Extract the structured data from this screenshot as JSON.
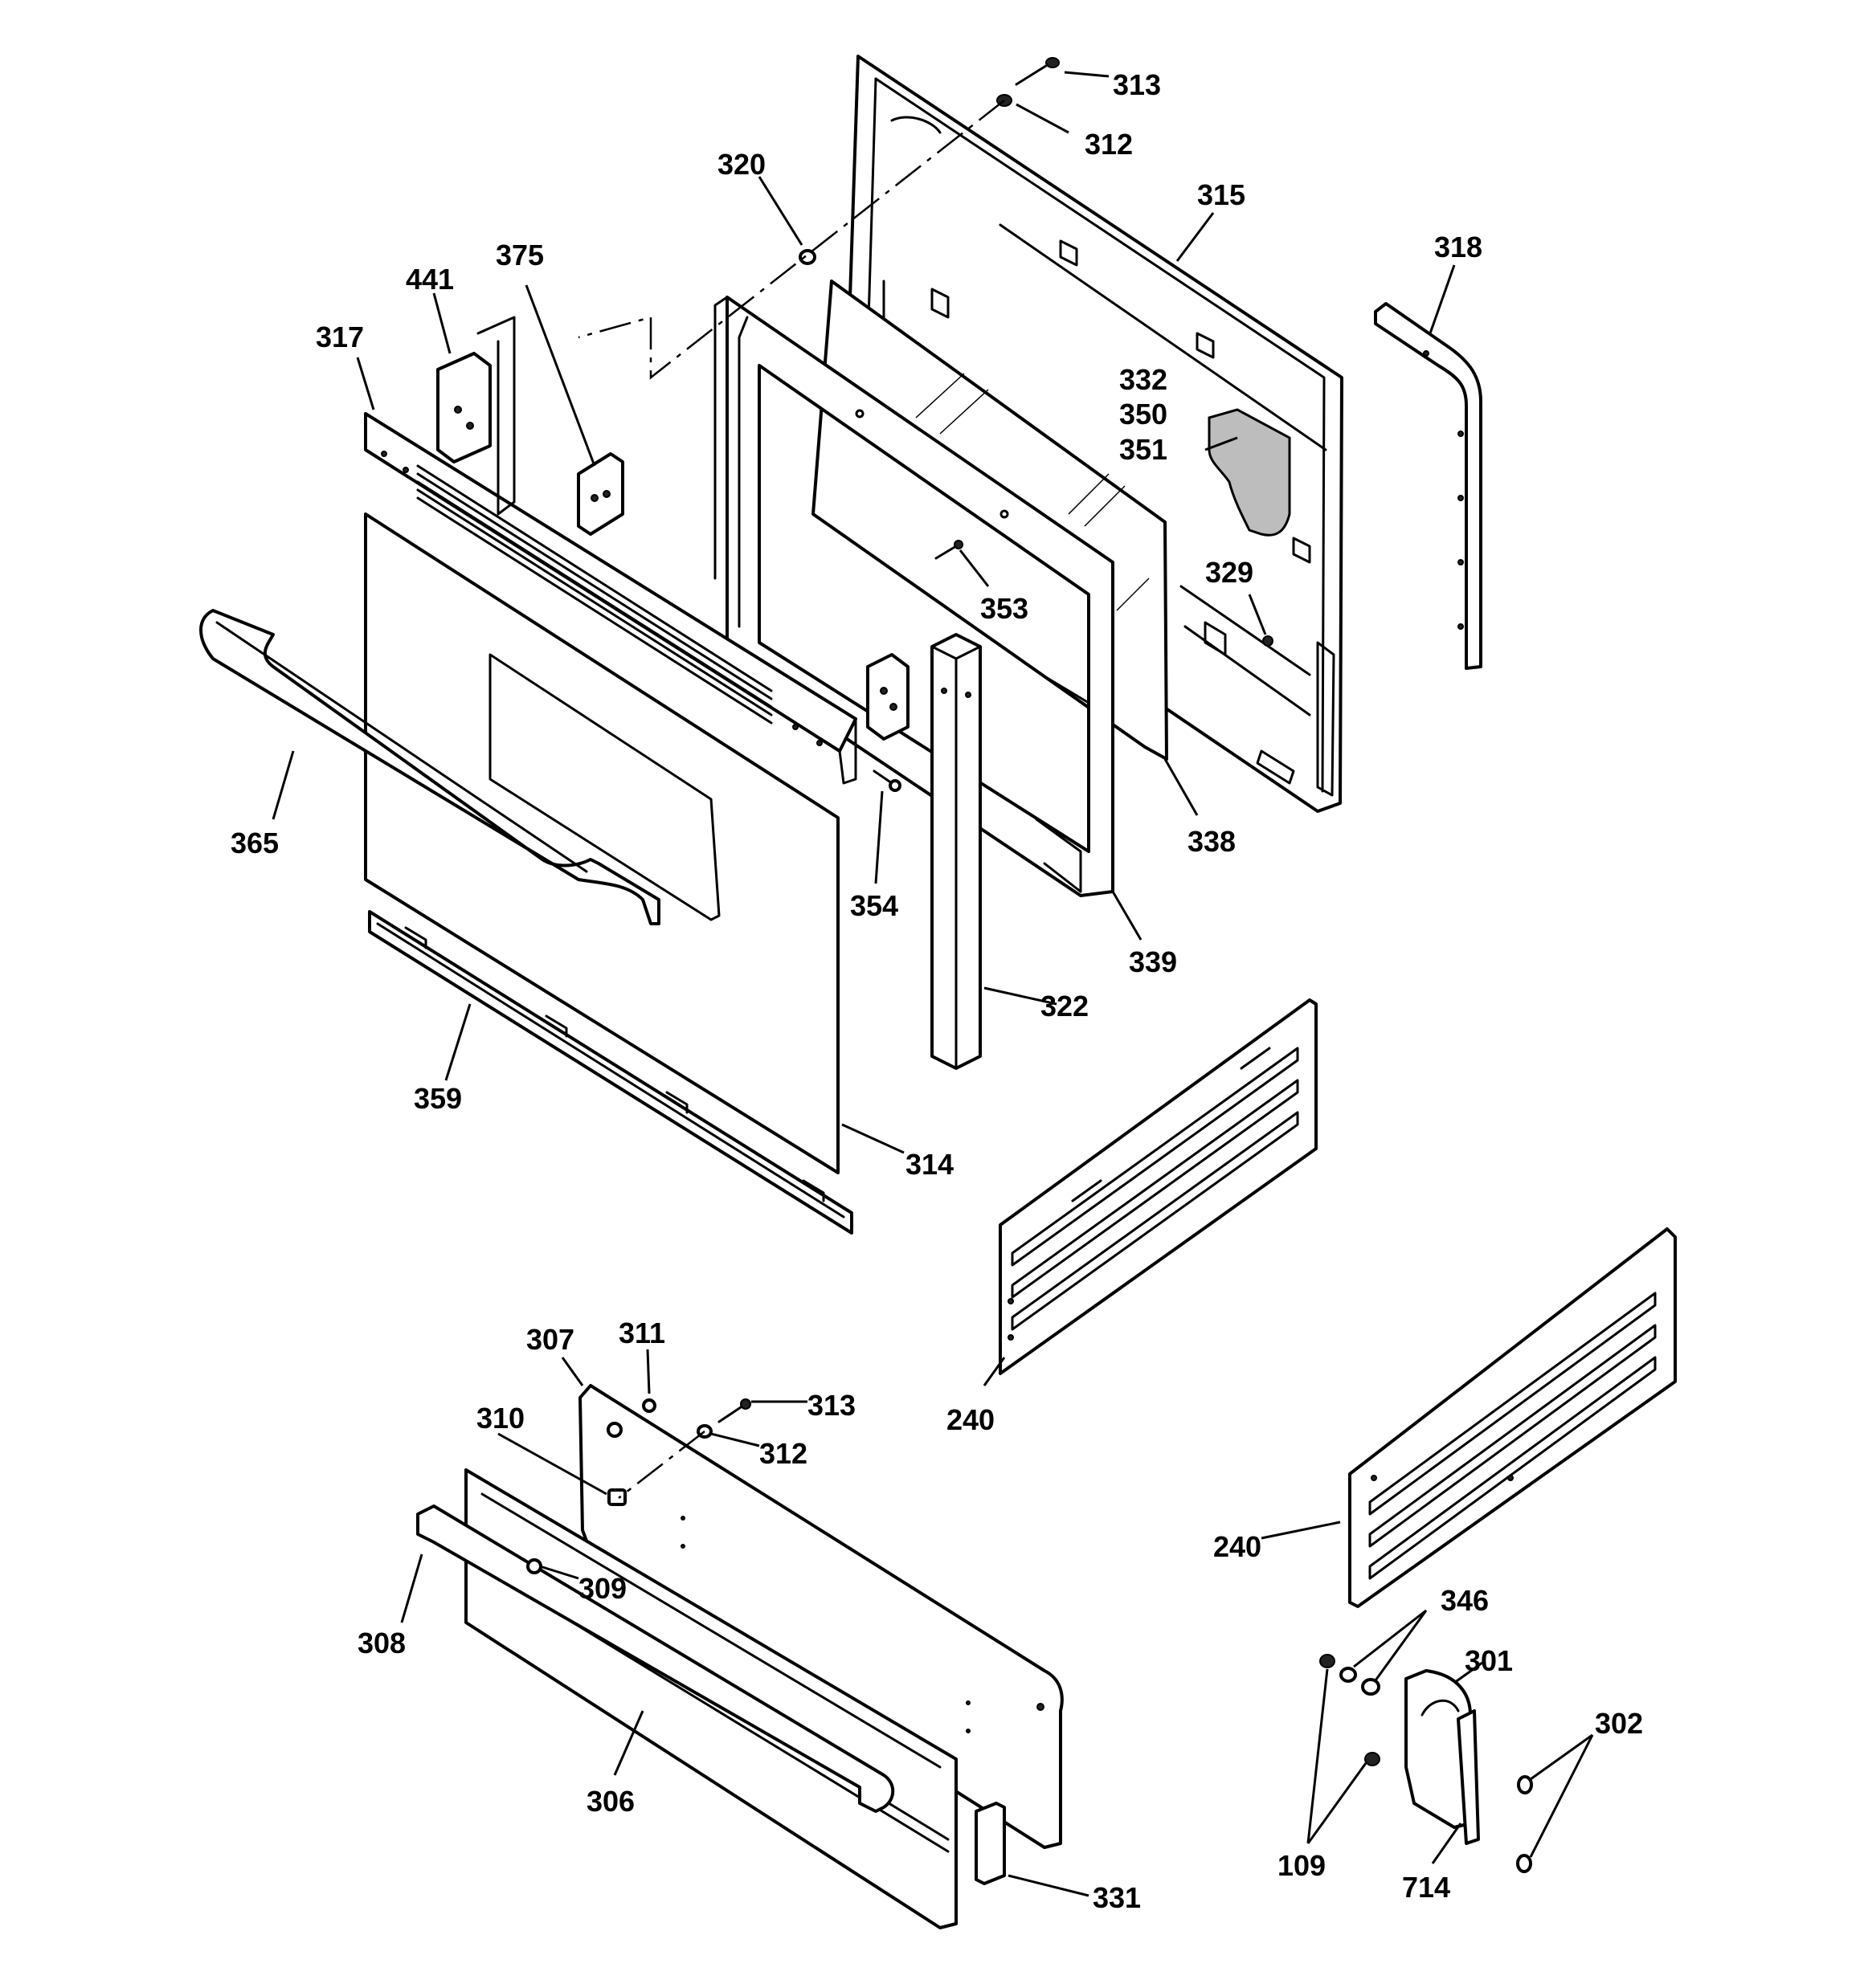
{
  "diagram": {
    "labels": [
      {
        "key": "l313a",
        "text": "313"
      },
      {
        "key": "l312a",
        "text": "312"
      },
      {
        "key": "l320",
        "text": "320"
      },
      {
        "key": "l315",
        "text": "315"
      },
      {
        "key": "l318",
        "text": "318"
      },
      {
        "key": "l441",
        "text": "441"
      },
      {
        "key": "l375",
        "text": "375"
      },
      {
        "key": "l317",
        "text": "317"
      },
      {
        "key": "l332",
        "text": "332"
      },
      {
        "key": "l350",
        "text": "350"
      },
      {
        "key": "l351",
        "text": "351"
      },
      {
        "key": "l329",
        "text": "329"
      },
      {
        "key": "l353",
        "text": "353"
      },
      {
        "key": "l365",
        "text": "365"
      },
      {
        "key": "l354",
        "text": "354"
      },
      {
        "key": "l338",
        "text": "338"
      },
      {
        "key": "l339",
        "text": "339"
      },
      {
        "key": "l322",
        "text": "322"
      },
      {
        "key": "l359",
        "text": "359"
      },
      {
        "key": "l314",
        "text": "314"
      },
      {
        "key": "l240a",
        "text": "240"
      },
      {
        "key": "l307",
        "text": "307"
      },
      {
        "key": "l311",
        "text": "311"
      },
      {
        "key": "l313b",
        "text": "313"
      },
      {
        "key": "l310",
        "text": "310"
      },
      {
        "key": "l312b",
        "text": "312"
      },
      {
        "key": "l240b",
        "text": "240"
      },
      {
        "key": "l309",
        "text": "309"
      },
      {
        "key": "l346",
        "text": "346"
      },
      {
        "key": "l308",
        "text": "308"
      },
      {
        "key": "l301",
        "text": "301"
      },
      {
        "key": "l302",
        "text": "302"
      },
      {
        "key": "l306",
        "text": "306"
      },
      {
        "key": "l109",
        "text": "109"
      },
      {
        "key": "l714",
        "text": "714"
      },
      {
        "key": "l331",
        "text": "331"
      }
    ]
  }
}
